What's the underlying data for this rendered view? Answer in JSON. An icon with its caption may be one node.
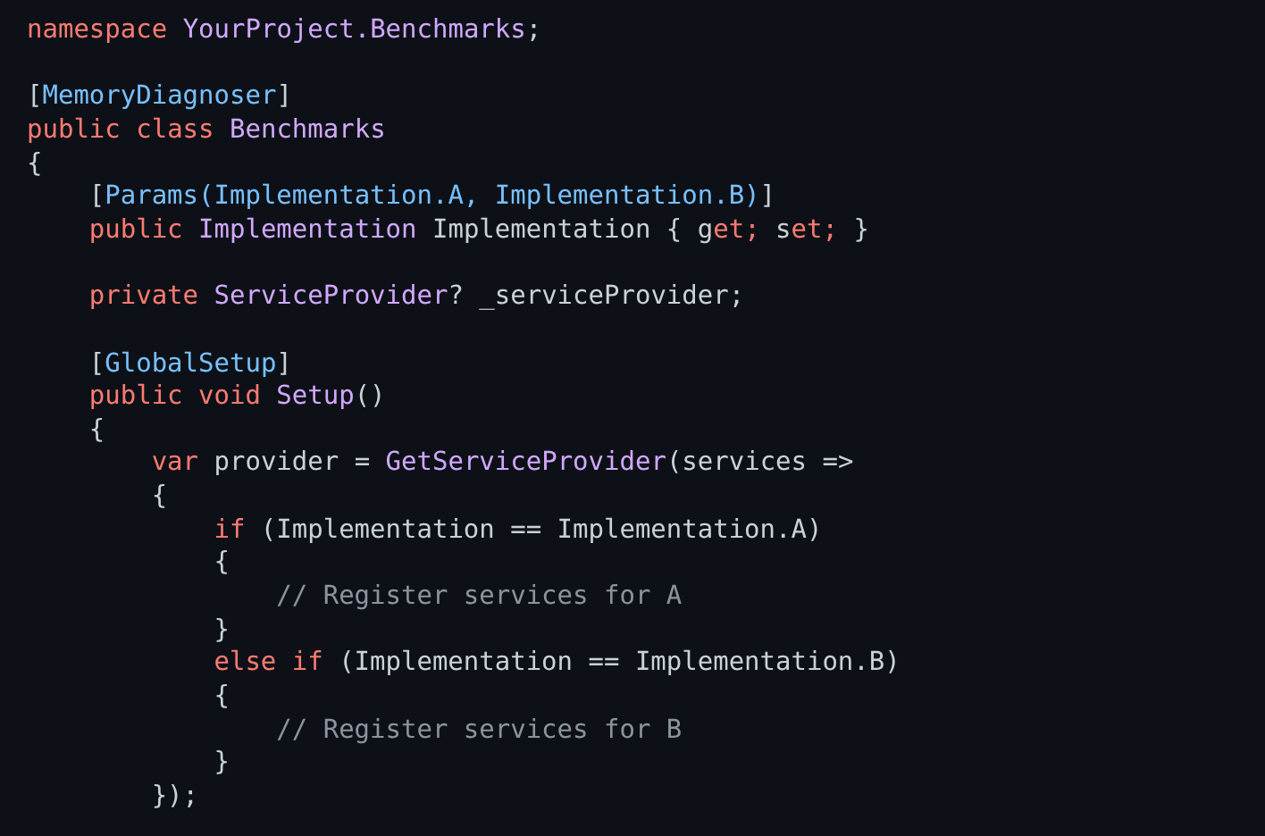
{
  "diagram": {
    "labels": [
      "namespace YourProject.Benchmarks;",
      "[MemoryDiagnoser]",
      "public class Benchmarks",
      "{",
      "[Params(Implementation.A, Implementation.B)]",
      "public Implementation Implementation { get; set; }",
      "private ServiceProvider? _serviceProvider;",
      "[GlobalSetup]",
      "public void Setup()",
      "{",
      "var provider = GetServiceProvider(services =>",
      "{",
      "if (Implementation == Implementation.A)",
      "{",
      "// Register services for A",
      "}",
      "else if (Implementation == Implementation.B)",
      "{",
      "// Register services for B",
      "}",
      "});"
    ]
  }
}
